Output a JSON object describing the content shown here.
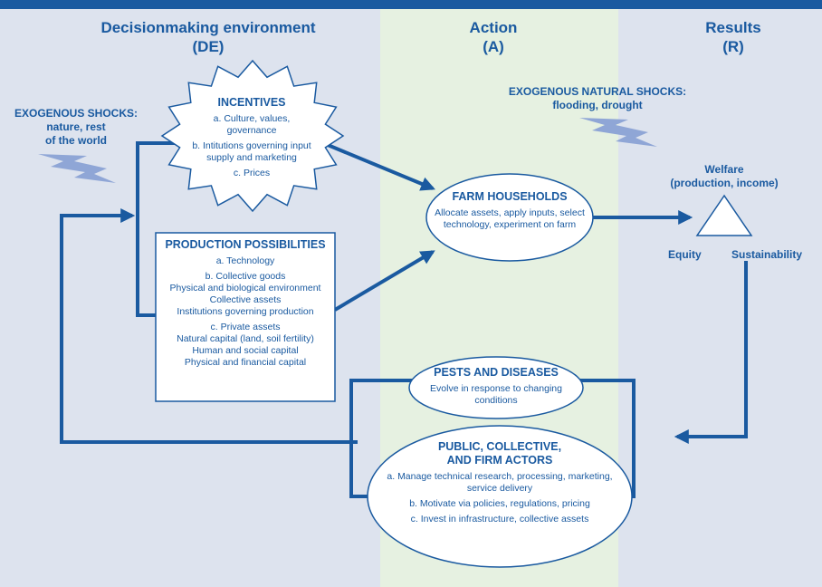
{
  "columns": {
    "de": {
      "title": "Decisionmaking environment",
      "code": "(DE)"
    },
    "a": {
      "title": "Action",
      "code": "(A)"
    },
    "r": {
      "title": "Results",
      "code": "(R)"
    }
  },
  "shocks": {
    "left": {
      "line1": "EXOGENOUS SHOCKS:",
      "line2": "nature, rest",
      "line3": "of the world"
    },
    "right": {
      "line1": "EXOGENOUS NATURAL SHOCKS:",
      "line2": "flooding, drought"
    }
  },
  "incentives": {
    "title": "INCENTIVES",
    "a1": "a. Culture, values,",
    "a2": "governance",
    "b1": "b. Intitutions governing input",
    "b2": "supply and marketing",
    "c": "c. Prices"
  },
  "production": {
    "title": "PRODUCTION POSSIBILITIES",
    "a": "a. Technology",
    "b1": "b. Collective goods",
    "b2": "Physical and biological environment",
    "b3": "Collective assets",
    "b4": "Institutions governing production",
    "c1": "c. Private assets",
    "c2": "Natural capital (land, soil fertility)",
    "c3": "Human and social capital",
    "c4": "Physical and financial capital"
  },
  "farm": {
    "title": "FARM HOUSEHOLDS",
    "l1": "Allocate assets, apply inputs, select",
    "l2": "technology, experiment on farm"
  },
  "pests": {
    "title": "PESTS AND DISEASES",
    "l1": "Evolve in response to changing",
    "l2": "conditions"
  },
  "actors": {
    "title1": "PUBLIC, COLLECTIVE,",
    "title2": "AND FIRM ACTORS",
    "a1": "a. Manage technical research, processing, marketing,",
    "a2": "service delivery",
    "b": "b. Motivate via policies, regulations, pricing",
    "c": "c. Invest in infrastructure, collective assets"
  },
  "welfare": {
    "l1": "Welfare",
    "l2": "(production, income)",
    "equity": "Equity",
    "sustainability": "Sustainability"
  },
  "colors": {
    "blue": "#1a5aa0",
    "panel_blue": "#dde3ee",
    "panel_green": "#e6f1e1",
    "bolt": "#8fa6d6"
  }
}
